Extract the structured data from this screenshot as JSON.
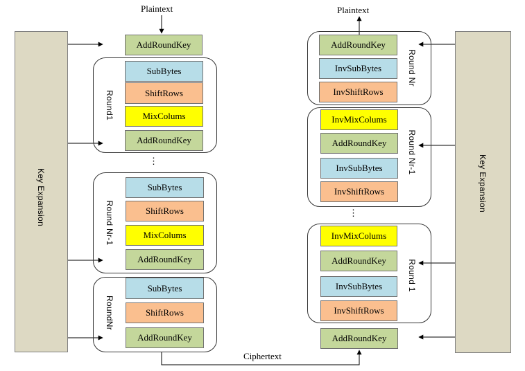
{
  "colors": {
    "addroundkey": "#c4d79b",
    "subbytes": "#b7dde8",
    "shiftrows": "#fabf8f",
    "mixcolumns": "#ffff00",
    "key_expansion": "#ddd9c3"
  },
  "labels": {
    "plaintext_top": "Plaintext",
    "plaintext_right": "Plaintext",
    "ciphertext": "Ciphertext",
    "key_expansion_left": "Key Expansion",
    "key_expansion_right": "Key Expansion",
    "ellipsis": "⋮"
  },
  "encryption": {
    "initial": "AddRoundKey",
    "rounds": [
      {
        "name": "Round1",
        "steps": [
          "SubBytes",
          "ShiftRows",
          "MixColums",
          "AddRoundKey"
        ]
      },
      {
        "name": "Round Nr-1",
        "steps": [
          "SubBytes",
          "ShiftRows",
          "MixColums",
          "AddRoundKey"
        ]
      },
      {
        "name": "RoundNr",
        "steps": [
          "SubBytes",
          "ShiftRows",
          "AddRoundKey"
        ]
      }
    ]
  },
  "decryption": {
    "rounds": [
      {
        "name": "Round Nr",
        "steps": [
          "AddRoundKey",
          "InvSubBytes",
          "InvShiftRows"
        ]
      },
      {
        "name": "Round Nr-1",
        "steps": [
          "InvMixColums",
          "AddRoundKey",
          "InvSubBytes",
          "InvShiftRows"
        ]
      },
      {
        "name": "Round 1",
        "steps": [
          "InvMixColums",
          "AddRoundKey",
          "InvSubBytes",
          "InvShiftRows"
        ]
      }
    ],
    "final": "AddRoundKey"
  }
}
